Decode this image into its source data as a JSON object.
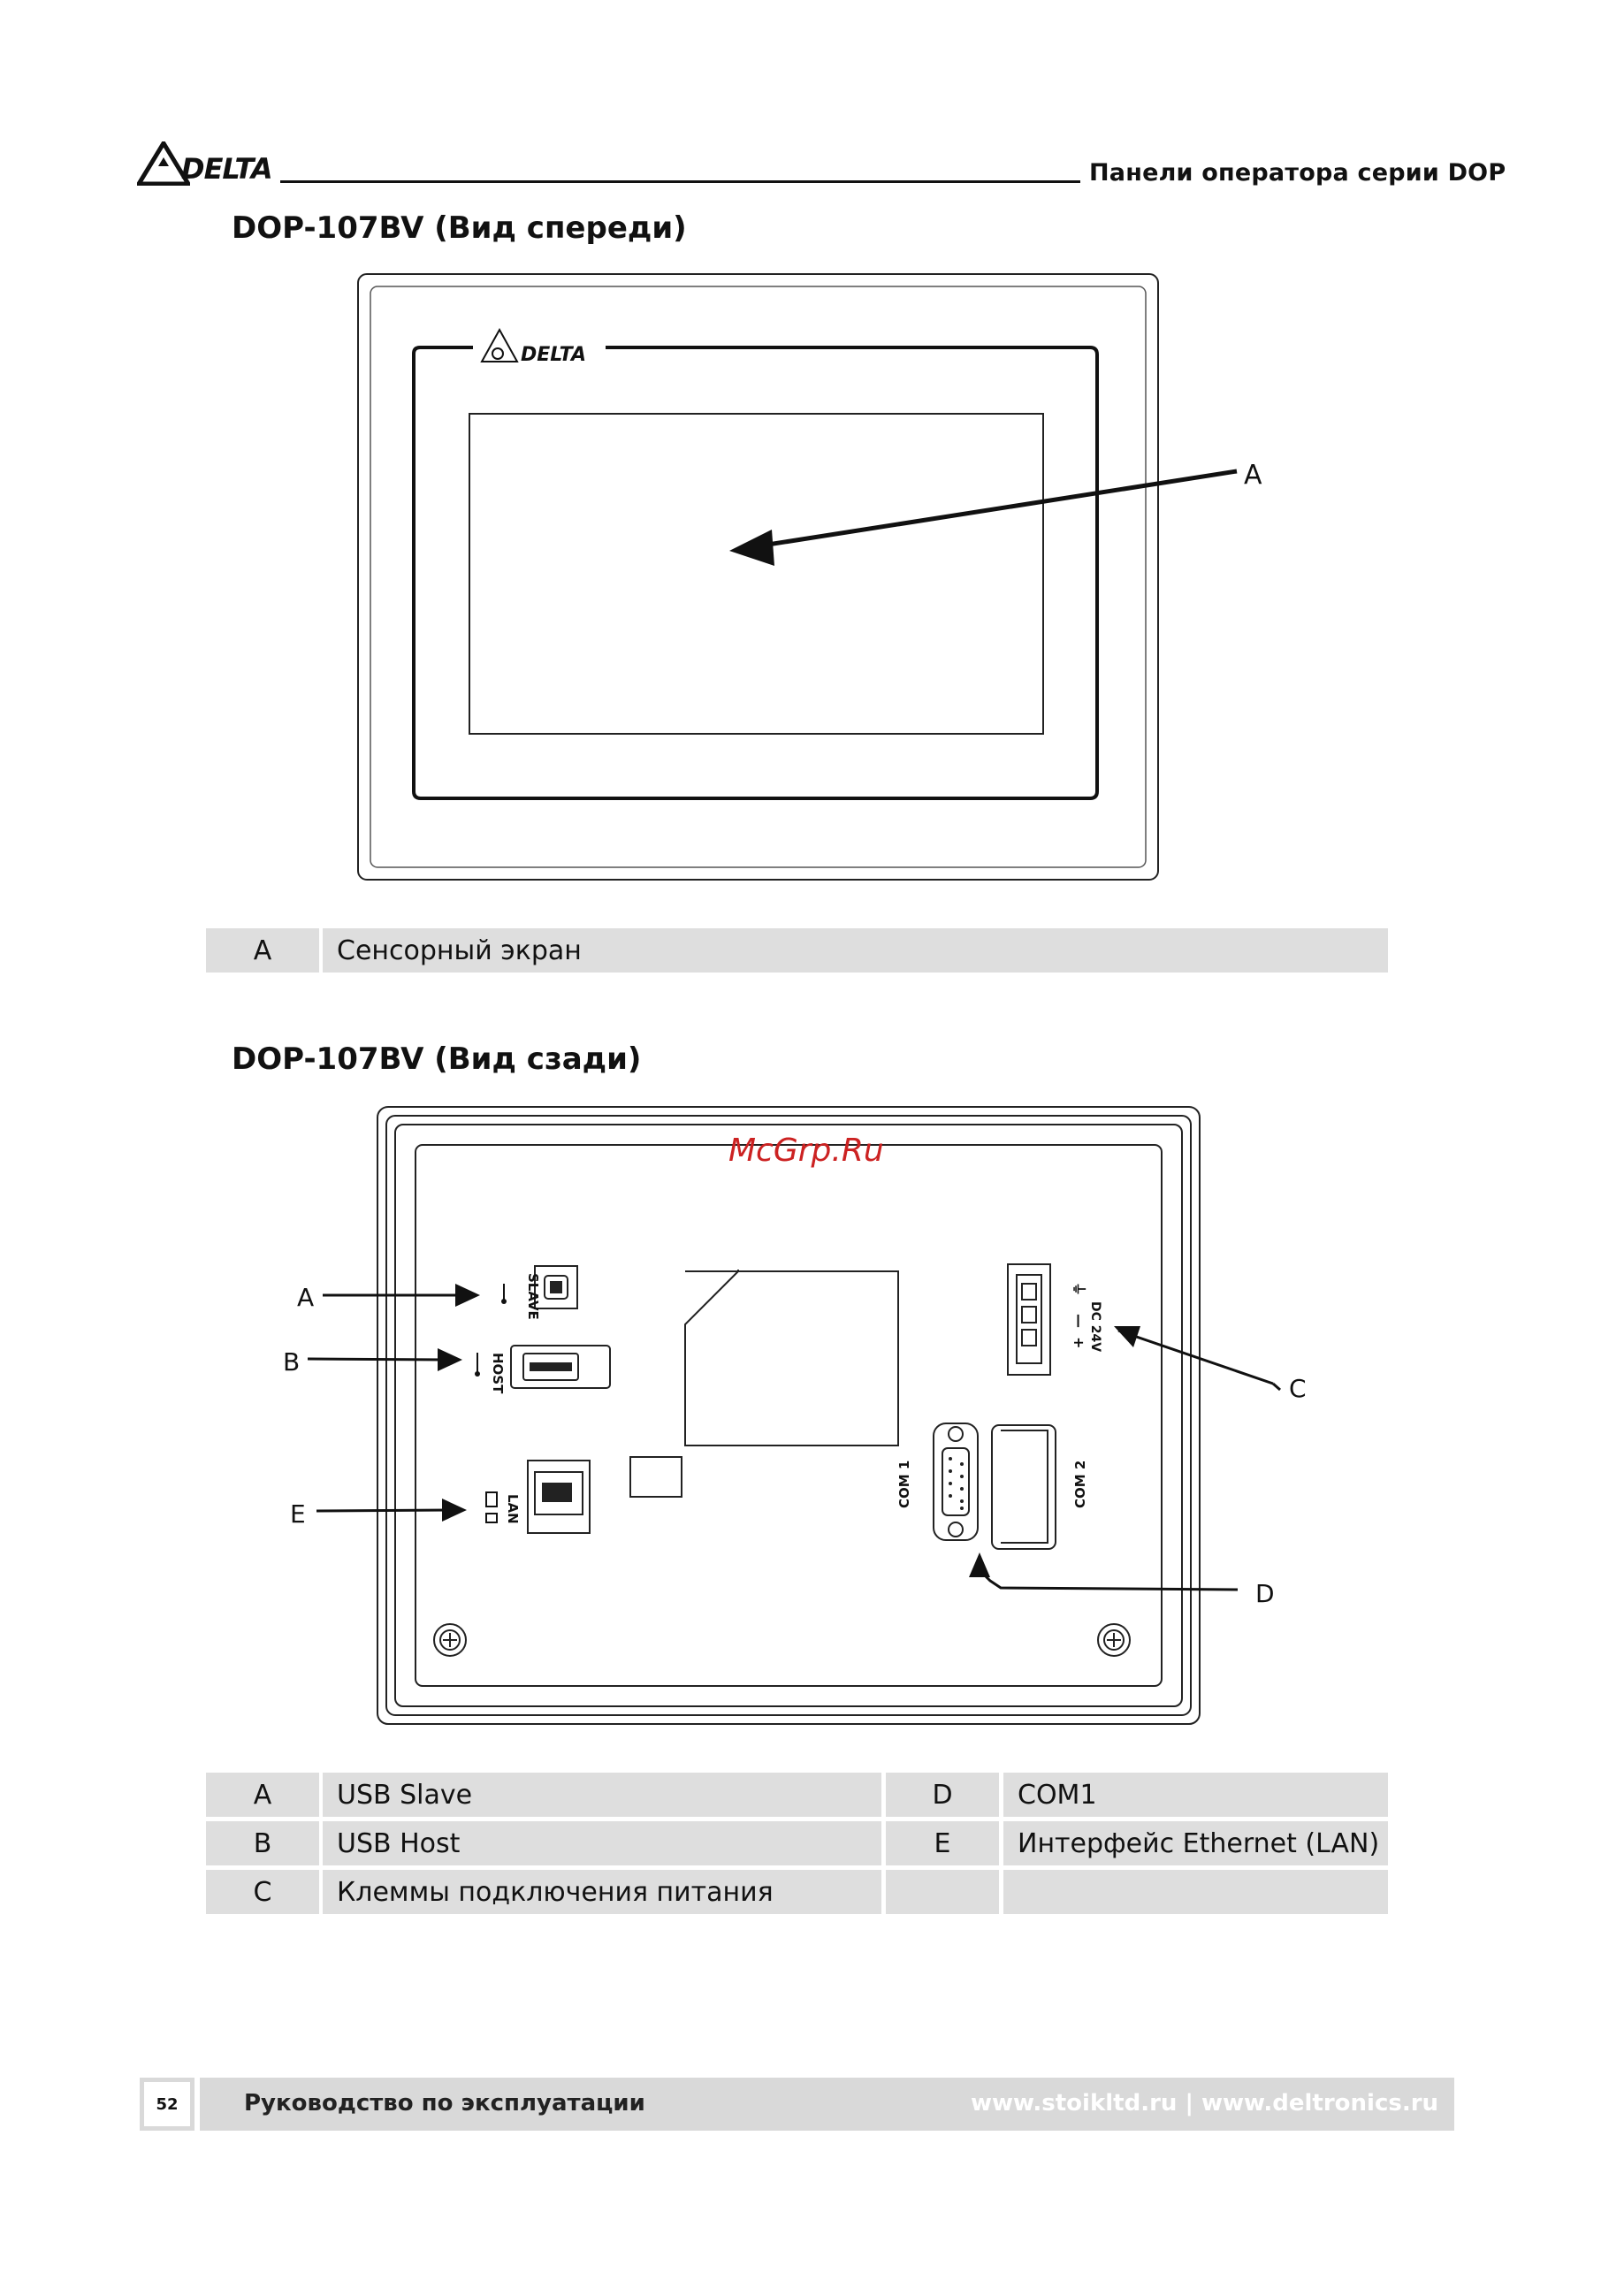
{
  "header": {
    "brand": "DELTA",
    "series_title": "Панели оператора серии DOP"
  },
  "front": {
    "title": "DOP-107BV (Вид спереди)",
    "bezel_brand": "DELTA",
    "callout": "A",
    "legend": [
      {
        "letter": "A",
        "desc": "Сенсорный экран"
      }
    ]
  },
  "rear": {
    "title": "DOP-107BV (Вид сзади)",
    "watermark": "McGrp.Ru",
    "port_labels": {
      "slave": "SLAVE",
      "host": "HOST",
      "lan": "LAN",
      "com1": "COM 1",
      "com2": "COM 2",
      "dc": "DC 24V"
    },
    "callouts": {
      "a": "A",
      "b": "B",
      "c": "C",
      "d": "D",
      "e": "E"
    },
    "legend_left": [
      {
        "letter": "A",
        "desc": "USB Slave"
      },
      {
        "letter": "B",
        "desc": "USB Host"
      },
      {
        "letter": "C",
        "desc": "Клеммы подключения питания"
      }
    ],
    "legend_right": [
      {
        "letter": "D",
        "desc": "COM1"
      },
      {
        "letter": "E",
        "desc": "Интерфейс Ethernet (LAN)"
      },
      {
        "letter": "",
        "desc": ""
      }
    ]
  },
  "footer": {
    "page_number": "52",
    "manual": "Руководство по эксплуатации",
    "urls": "www.stoikltd.ru | www.deltronics.ru"
  }
}
